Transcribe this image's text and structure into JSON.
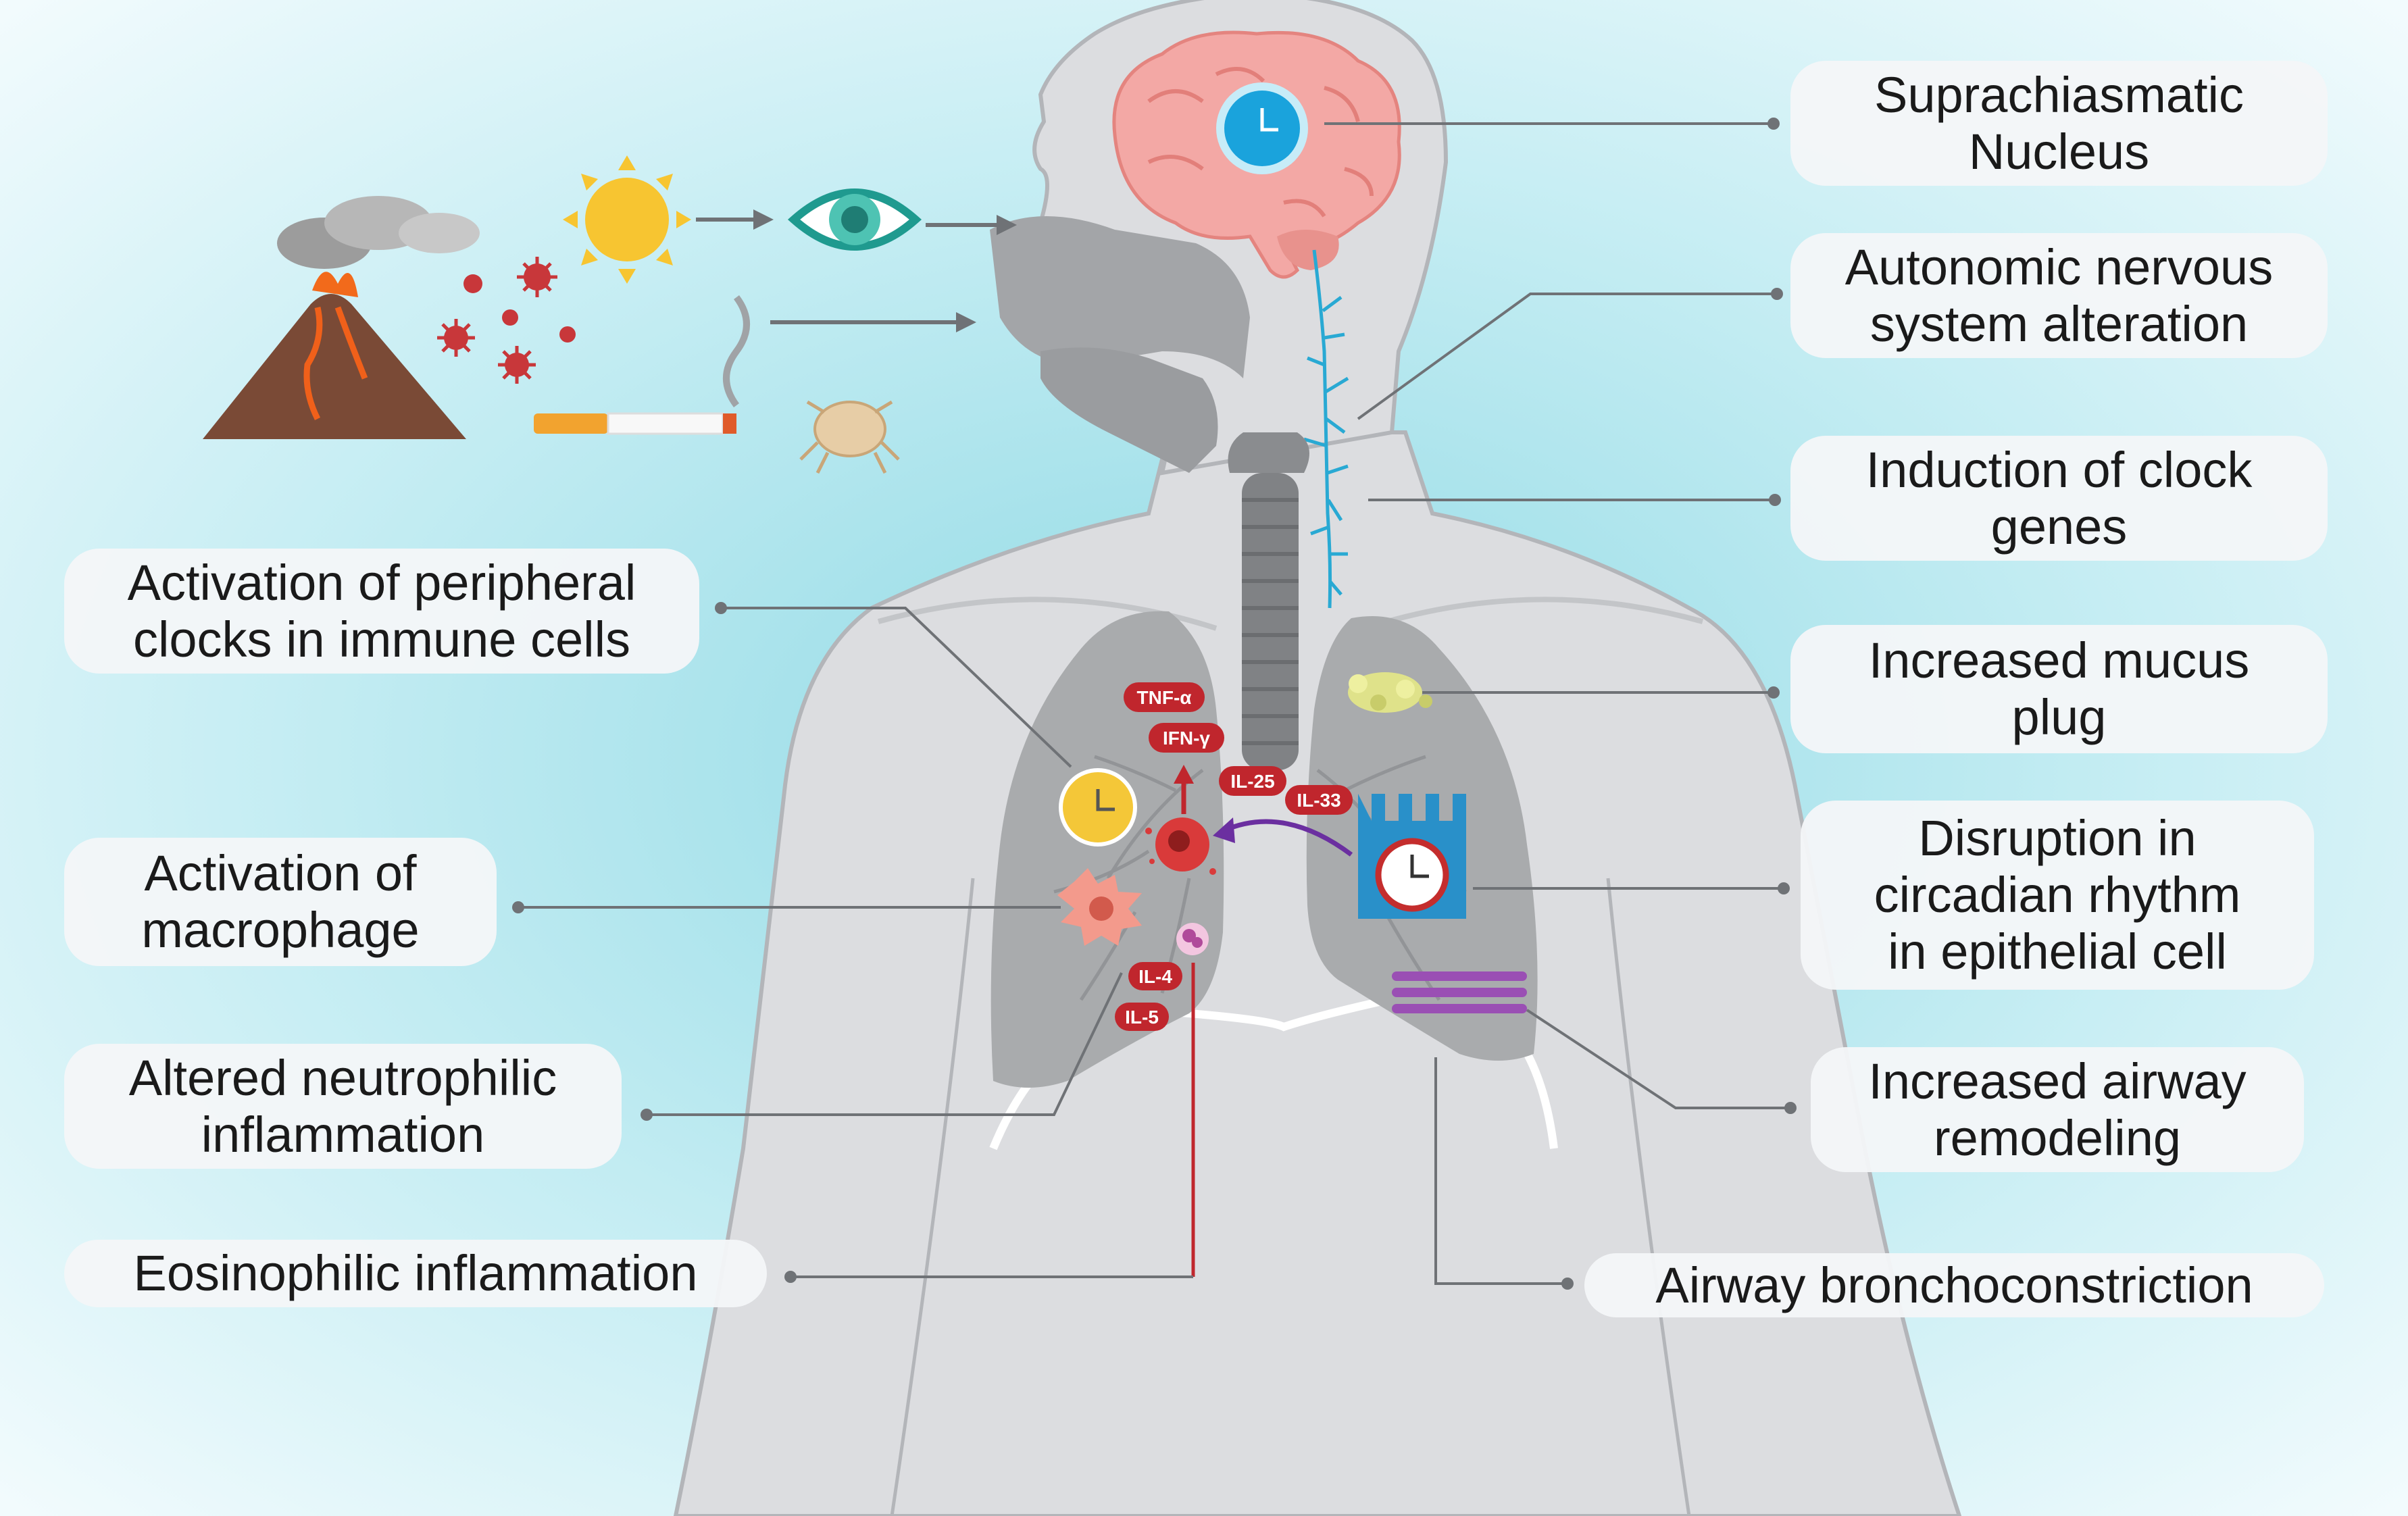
{
  "colors": {
    "background_center": "#8fd9e4",
    "background_edge": "#eaf8fb",
    "body_fill": "#dcdde0",
    "body_stroke": "#b3b5b9",
    "lung_fill": "#a9abad",
    "trachea": "#7d7f82",
    "cytokine_tag": "#c0262d",
    "nerve": "#29a9d3",
    "clock_blue": "#1aa3dc",
    "clock_yellow": "#f4c738",
    "epithelial_blue": "#2990c9",
    "smooth_muscle": "#9a4fb4",
    "connector_line": "#6f7276"
  },
  "labels": {
    "scn": "Suprachiasmatic\nNucleus",
    "ans": "Autonomic nervous\nsystem alteration",
    "clock_genes": "Induction of clock\ngenes",
    "mucus": "Increased mucus\nplug",
    "epithelial": "Disruption in\ncircadian rhythm\nin epithelial cell",
    "remodeling": "Increased airway\nremodeling",
    "bronchoconstriction": "Airway bronchoconstriction",
    "peripheral_clocks": "Activation of peripheral\nclocks in immune cells",
    "macrophage": "Activation of\nmacrophage",
    "neutrophilic": "Altered neutrophilic\ninflammation",
    "eosinophilic": "Eosinophilic inflammation"
  },
  "cytokines": {
    "tnf": "TNF-α",
    "ifn": "IFN-γ",
    "il25": "IL-25",
    "il33": "IL-33",
    "il4": "IL-4",
    "il5": "IL-5"
  },
  "triggers": [
    "volcano-icon",
    "virus-icon",
    "sun-icon",
    "eye-icon",
    "cigarette-icon",
    "dust-mite-icon"
  ]
}
